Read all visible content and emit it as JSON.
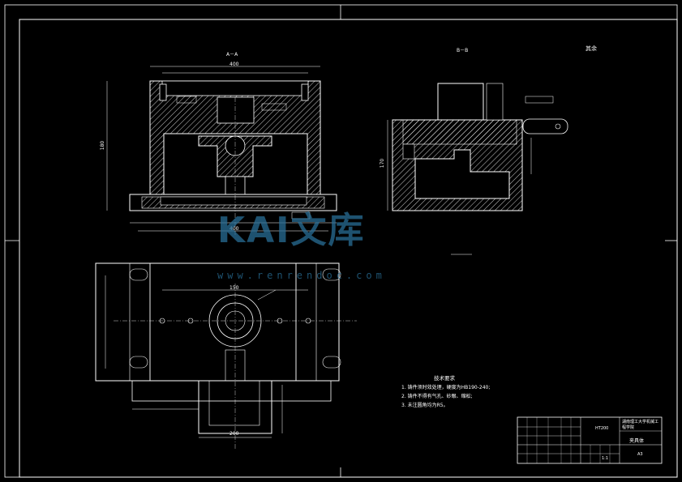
{
  "sheet": {
    "background": "#000000",
    "line_color": "#ffffff"
  },
  "views": {
    "front_section_label": "A－A",
    "side_section_label": "B－B",
    "roughness_note": "其余"
  },
  "dimensions": {
    "top_center": "400",
    "left_height": "180",
    "bottom_width": "400",
    "side_height": "170",
    "plan_width": "150",
    "plan_bottom": "200"
  },
  "technical_requirements": {
    "title": "技术要求",
    "items": [
      "1. 铸件须时效处理，硬度为HB190-240;",
      "2. 铸件不得有气孔、砂眼、缩松;",
      "3. 未注圆角均为R5。"
    ]
  },
  "title_block": {
    "drawing_name": "夹具体",
    "material": "HT200",
    "school_note": "湖南理工大学机械工程学院",
    "scale": "1:1",
    "sheet_no": "A3"
  },
  "watermark": {
    "logo": "KAI文库",
    "url": "www.renrendoc.com"
  }
}
